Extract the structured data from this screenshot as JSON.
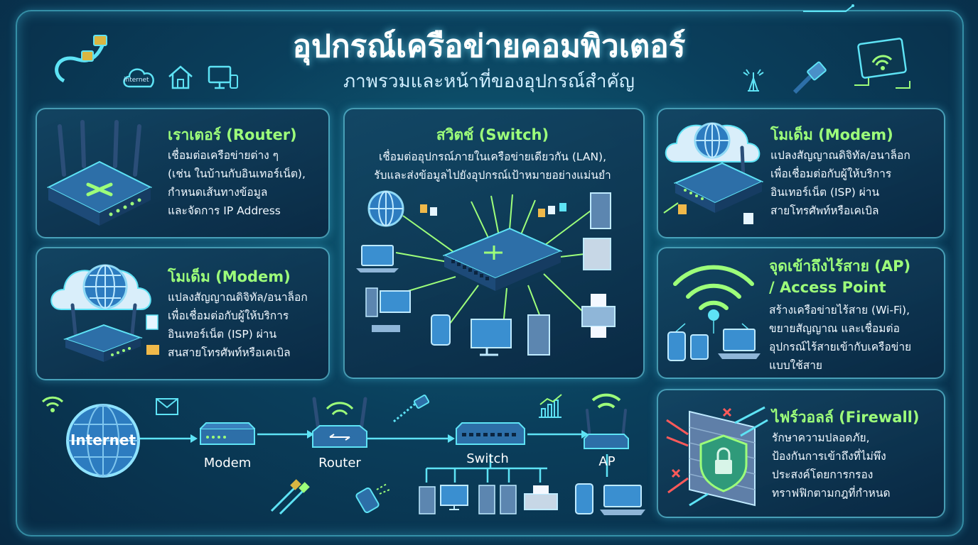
{
  "header": {
    "title": "อุปกรณ์เครือข่ายคอมพิวเตอร์",
    "subtitle": "ภาพรวมและหน้าที่ของอุปกรณ์สำคัญ",
    "cloud_label": "internet"
  },
  "cards": {
    "router": {
      "title": "เราเตอร์ (Router)",
      "lines": [
        "เชื่อมต่อเครือข่ายต่าง ๆ",
        "(เช่น ในบ้านกับอินเทอร์เน็ต),",
        "กำหนดเส้นทางข้อมูล",
        "และจัดการ IP Address"
      ]
    },
    "switch": {
      "title": "สวิตช์ (Switch)",
      "lines": [
        "เชื่อมต่ออุปกรณ์ภายในเครือข่ายเดียวกัน (LAN),",
        "รับและส่งข้อมูลไปยังอุปกรณ์เป้าหมายอย่างแม่นยำ"
      ]
    },
    "modem_top": {
      "title": "โมเด็ม (Modem)",
      "lines": [
        "แปลงสัญญาณดิจิทัล/อนาล็อก",
        "เพื่อเชื่อมต่อกับผู้ให้บริการ",
        "อินเทอร์เน็ต (ISP) ผ่าน",
        "สายโทรศัพท์หรือเคเบิล"
      ]
    },
    "modem_left": {
      "title": "โมเด็ม (Modem)",
      "lines": [
        "แปลงสัญญาณดิจิทัล/อนาล็อก",
        "เพื่อเชื่อมต่อกับผู้ให้บริการ",
        "อินเทอร์เน็ต (ISP) ผ่าน",
        "สนสายโทรศัพท์หรือเคเบิล"
      ]
    },
    "ap": {
      "title_lines": [
        "จุดเข้าถึงไร้สาย (AP)",
        "/ Access Point"
      ],
      "lines": [
        "สร้างเครือข่ายไร้สาย (Wi-Fi),",
        "ขยายสัญญาณ และเชื่อมต่อ",
        "อุปกรณ์ไร้สายเข้ากับเครือข่าย",
        "แบบใช้สาย"
      ]
    },
    "firewall": {
      "title": "ไฟร์วอลล์ (Firewall)",
      "lines": [
        "รักษาความปลอดภัย,",
        "ป้องกันการเข้าถึงที่ไม่พึง",
        "ประสงค์โดยการกรอง",
        "ทราฟฟิกตามกฎที่กำหนด"
      ]
    }
  },
  "flow": {
    "internet": "Internet",
    "modem": "Modem",
    "router": "Router",
    "switch": "Switch",
    "ap": "AP"
  },
  "colors": {
    "accent_green": "#9dff7a",
    "glow_cyan": "#5ee3f5",
    "device_blue": "#2d6fa8"
  }
}
